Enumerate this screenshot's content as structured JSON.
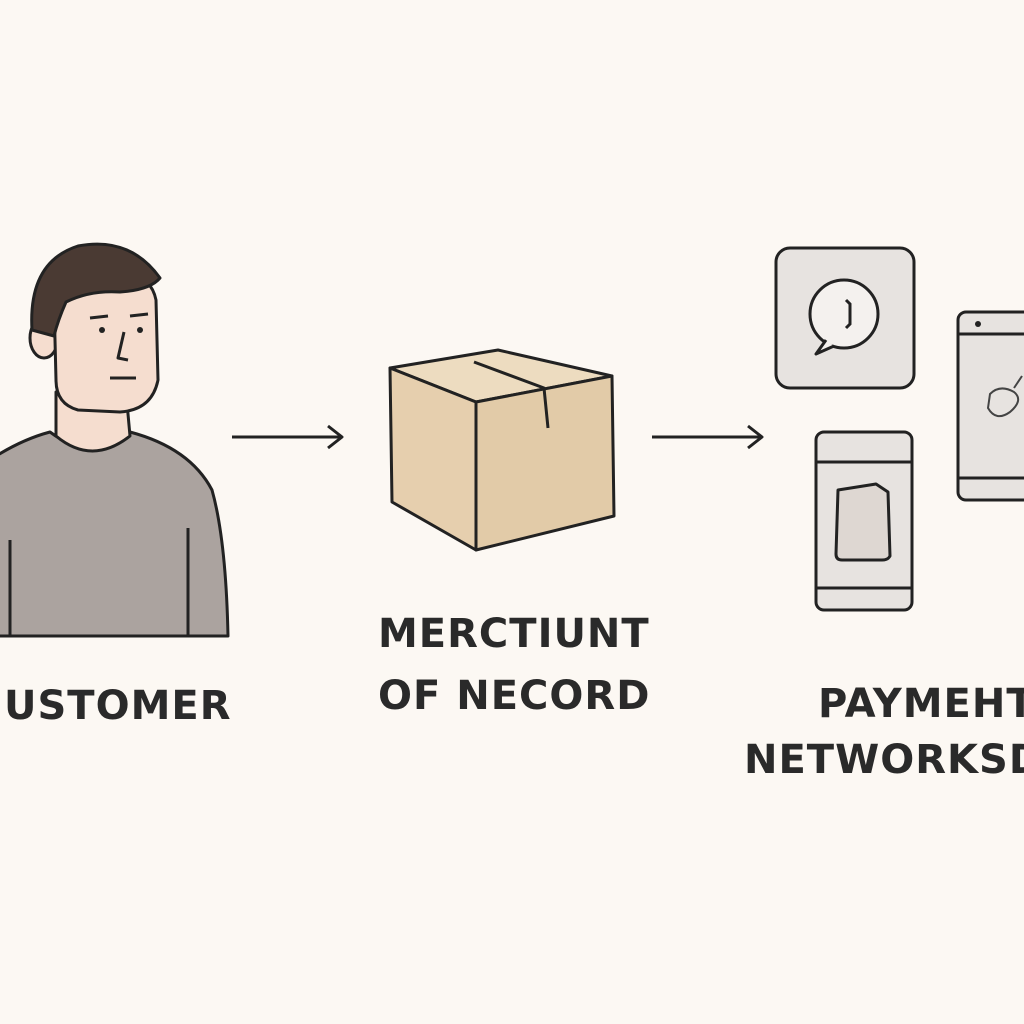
{
  "nodes": {
    "customer": {
      "label": "USTOMER"
    },
    "merchant": {
      "label_line1": "MERCTIUNT",
      "label_line2": "OF NECORD"
    },
    "payment": {
      "label_line1": "PAYMEHT",
      "label_line2": "NETWORKSD"
    }
  },
  "colors": {
    "background": "#fcf8f3",
    "outline": "#222222",
    "skin": "#f5ddcf",
    "hair": "#4a3a33",
    "shirt": "#aba39f",
    "box": "#e6cfae",
    "device": "#e7e3e0"
  },
  "icons": [
    "person-icon",
    "box-icon",
    "chat-bubble-icon",
    "phone-icon",
    "tablet-icon",
    "arrow-right-icon"
  ]
}
